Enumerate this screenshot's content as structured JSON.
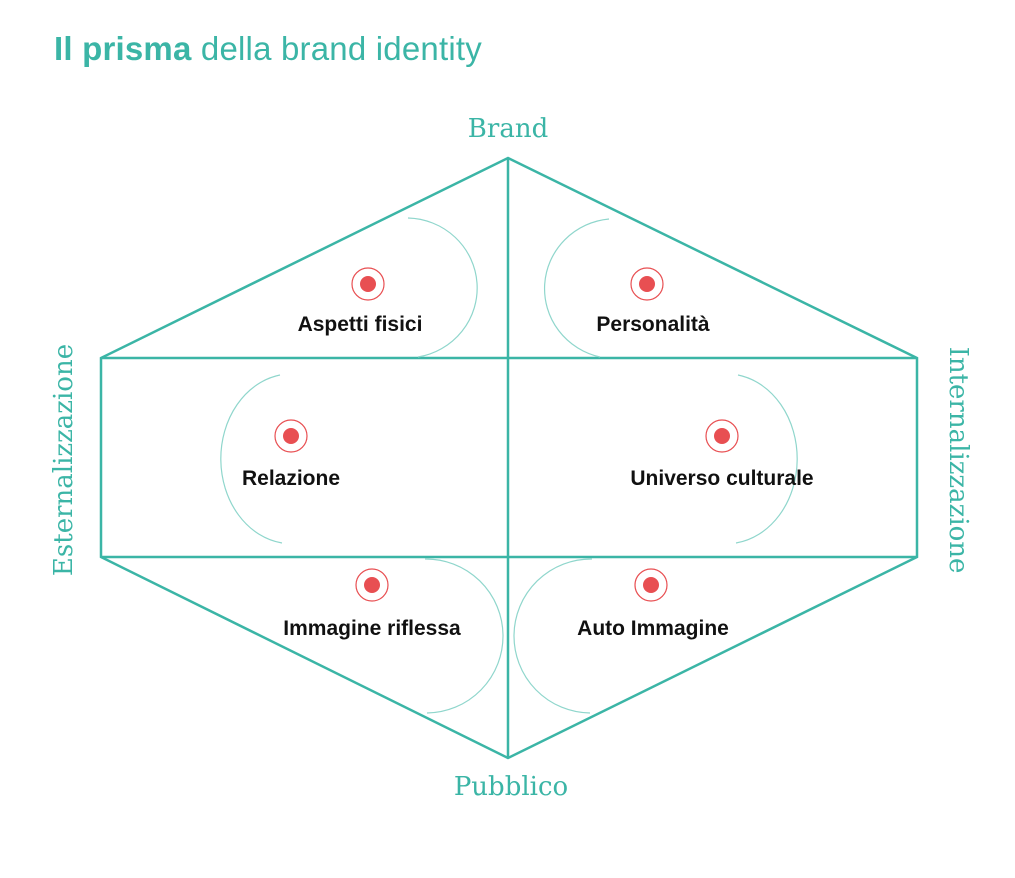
{
  "title": {
    "bold": "Il prisma",
    "light": " della brand identity"
  },
  "colors": {
    "accent": "#3bb5a6",
    "arc": "#8fd6cc",
    "dot": "#e84f52",
    "text": "#111111"
  },
  "axes": {
    "top": "Brand",
    "bottom": "Pubblico",
    "left": "Esternalizzazione",
    "right": "Internalizzazione"
  },
  "facets": [
    {
      "label": "Aspetti fisici",
      "position": "top-left"
    },
    {
      "label": "Personalità",
      "position": "top-right"
    },
    {
      "label": "Relazione",
      "position": "middle-left"
    },
    {
      "label": "Universo culturale",
      "position": "middle-right"
    },
    {
      "label": "Immagine riflessa",
      "position": "bottom-left"
    },
    {
      "label": "Auto Immagine",
      "position": "bottom-right"
    }
  ]
}
